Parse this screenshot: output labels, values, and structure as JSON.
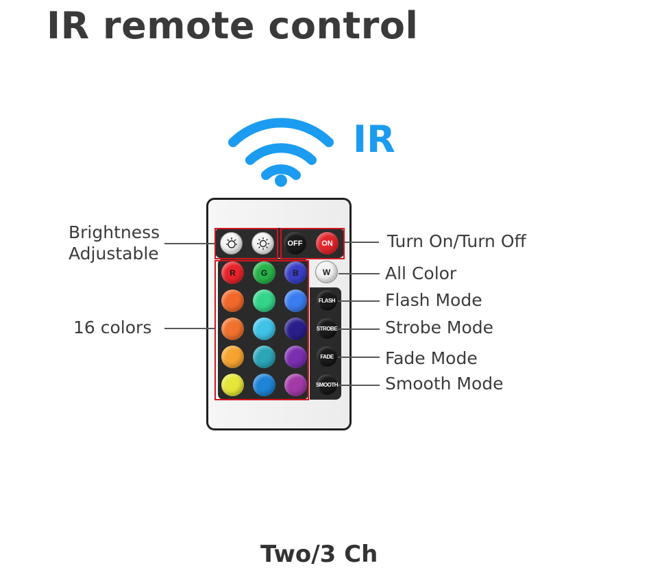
{
  "title": "IR remote control",
  "ir_label": "IR",
  "labels": {
    "brightness_line1": "Brightness",
    "brightness_line2": "Adjustable",
    "colors": "16 colors",
    "on_off": "Turn On/Turn Off",
    "all_color": "All Color",
    "flash": "Flash Mode",
    "strobe": "Strobe Mode",
    "fade": "Fade Mode",
    "smooth": "Smooth Mode"
  },
  "buttons": {
    "off": "OFF",
    "on": "ON",
    "r": "R",
    "g": "G",
    "b": "B",
    "w": "W",
    "flash": "FLASH",
    "strobe": "STROBE",
    "fade": "FADE",
    "smooth": "SMOOTH"
  },
  "colors": {
    "accent": "#1b9cf0",
    "highlight": "#d4141c",
    "grid": [
      [
        "#e8232a",
        "#27b34a",
        "#3a3fc4"
      ],
      [
        "#f2682a",
        "#34d58a",
        "#3b7df0"
      ],
      [
        "#f0722e",
        "#3fc3e6",
        "#2a1f8a"
      ],
      [
        "#f7a330",
        "#2aa6b8",
        "#7a2fb0"
      ],
      [
        "#e6e63a",
        "#1d84d6",
        "#a23aa8"
      ]
    ]
  },
  "icons": [
    "wifi-signal-icon",
    "brightness-down-icon",
    "brightness-up-icon"
  ],
  "bottom_text": "Two/3 Ch"
}
